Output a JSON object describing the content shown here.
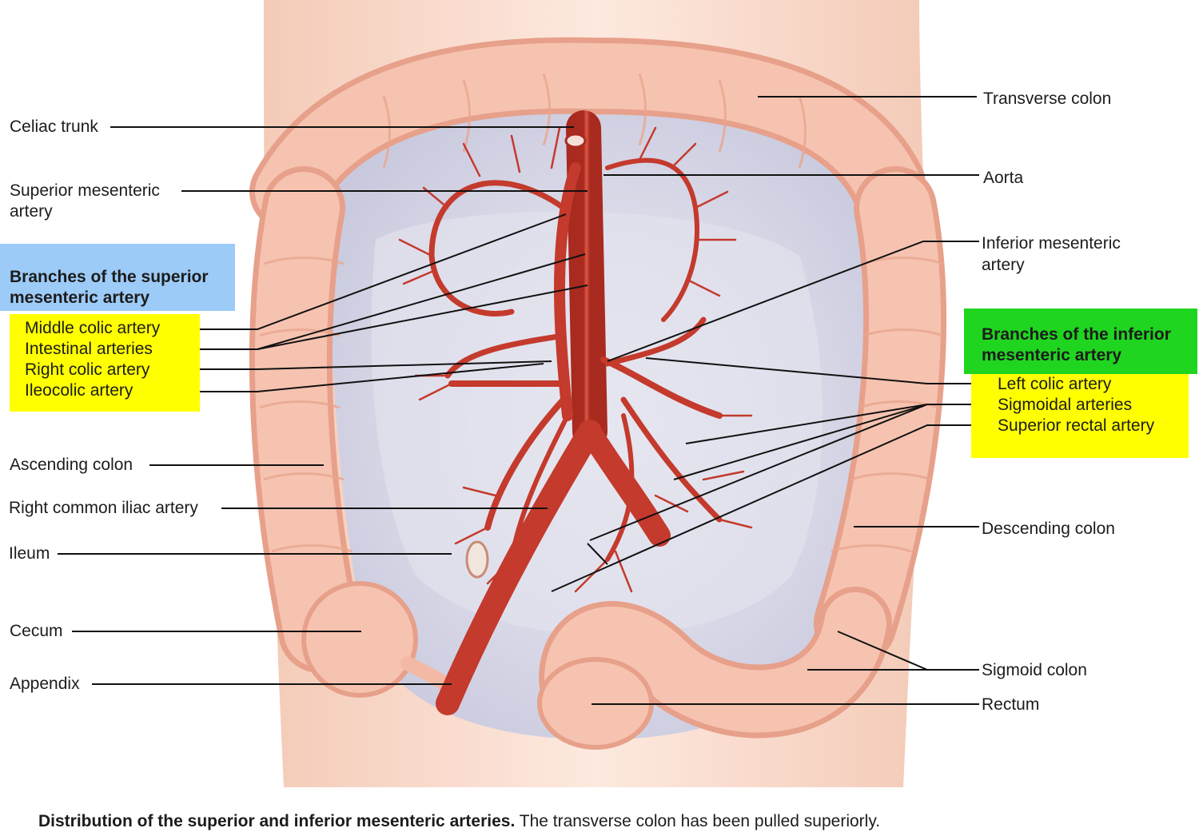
{
  "labels_left": {
    "celiac_trunk": "Celiac trunk",
    "superior_mesenteric_artery": [
      "Superior mesenteric",
      "artery"
    ],
    "ascending_colon": "Ascending colon",
    "right_common_iliac_artery": "Right common iliac artery",
    "ileum": "Ileum",
    "cecum": "Cecum",
    "appendix": "Appendix"
  },
  "labels_right": {
    "transverse_colon": "Transverse colon",
    "aorta": "Aorta",
    "inferior_mesenteric_artery": [
      "Inferior mesenteric",
      "artery"
    ],
    "descending_colon": "Descending colon",
    "sigmoid_colon": "Sigmoid colon",
    "rectum": "Rectum"
  },
  "sma_branches": {
    "heading": [
      "Branches of the superior",
      "mesenteric artery"
    ],
    "heading_color": "#9dcbf8",
    "items_color": "#ffff00",
    "items": [
      "Middle colic artery",
      "Intestinal arteries",
      "Right colic artery",
      "Ileocolic artery"
    ]
  },
  "ima_branches": {
    "heading": [
      "Branches of the inferior",
      "mesenteric artery"
    ],
    "heading_color": "#1fd51f",
    "items_color": "#ffff00",
    "items": [
      "Left colic artery",
      "Sigmoidal arteries",
      "Superior rectal artery"
    ]
  },
  "caption": {
    "bold": "Distribution of the superior and inferior mesenteric arteries.",
    "rest": " The transverse colon has been pulled superiorly."
  },
  "colors": {
    "colon": "#f6c3b0",
    "colon_shadow": "#e7a08a",
    "artery": "#c43a2c",
    "mesentery": "#dcdcec",
    "skin": "#fbe3d6"
  }
}
